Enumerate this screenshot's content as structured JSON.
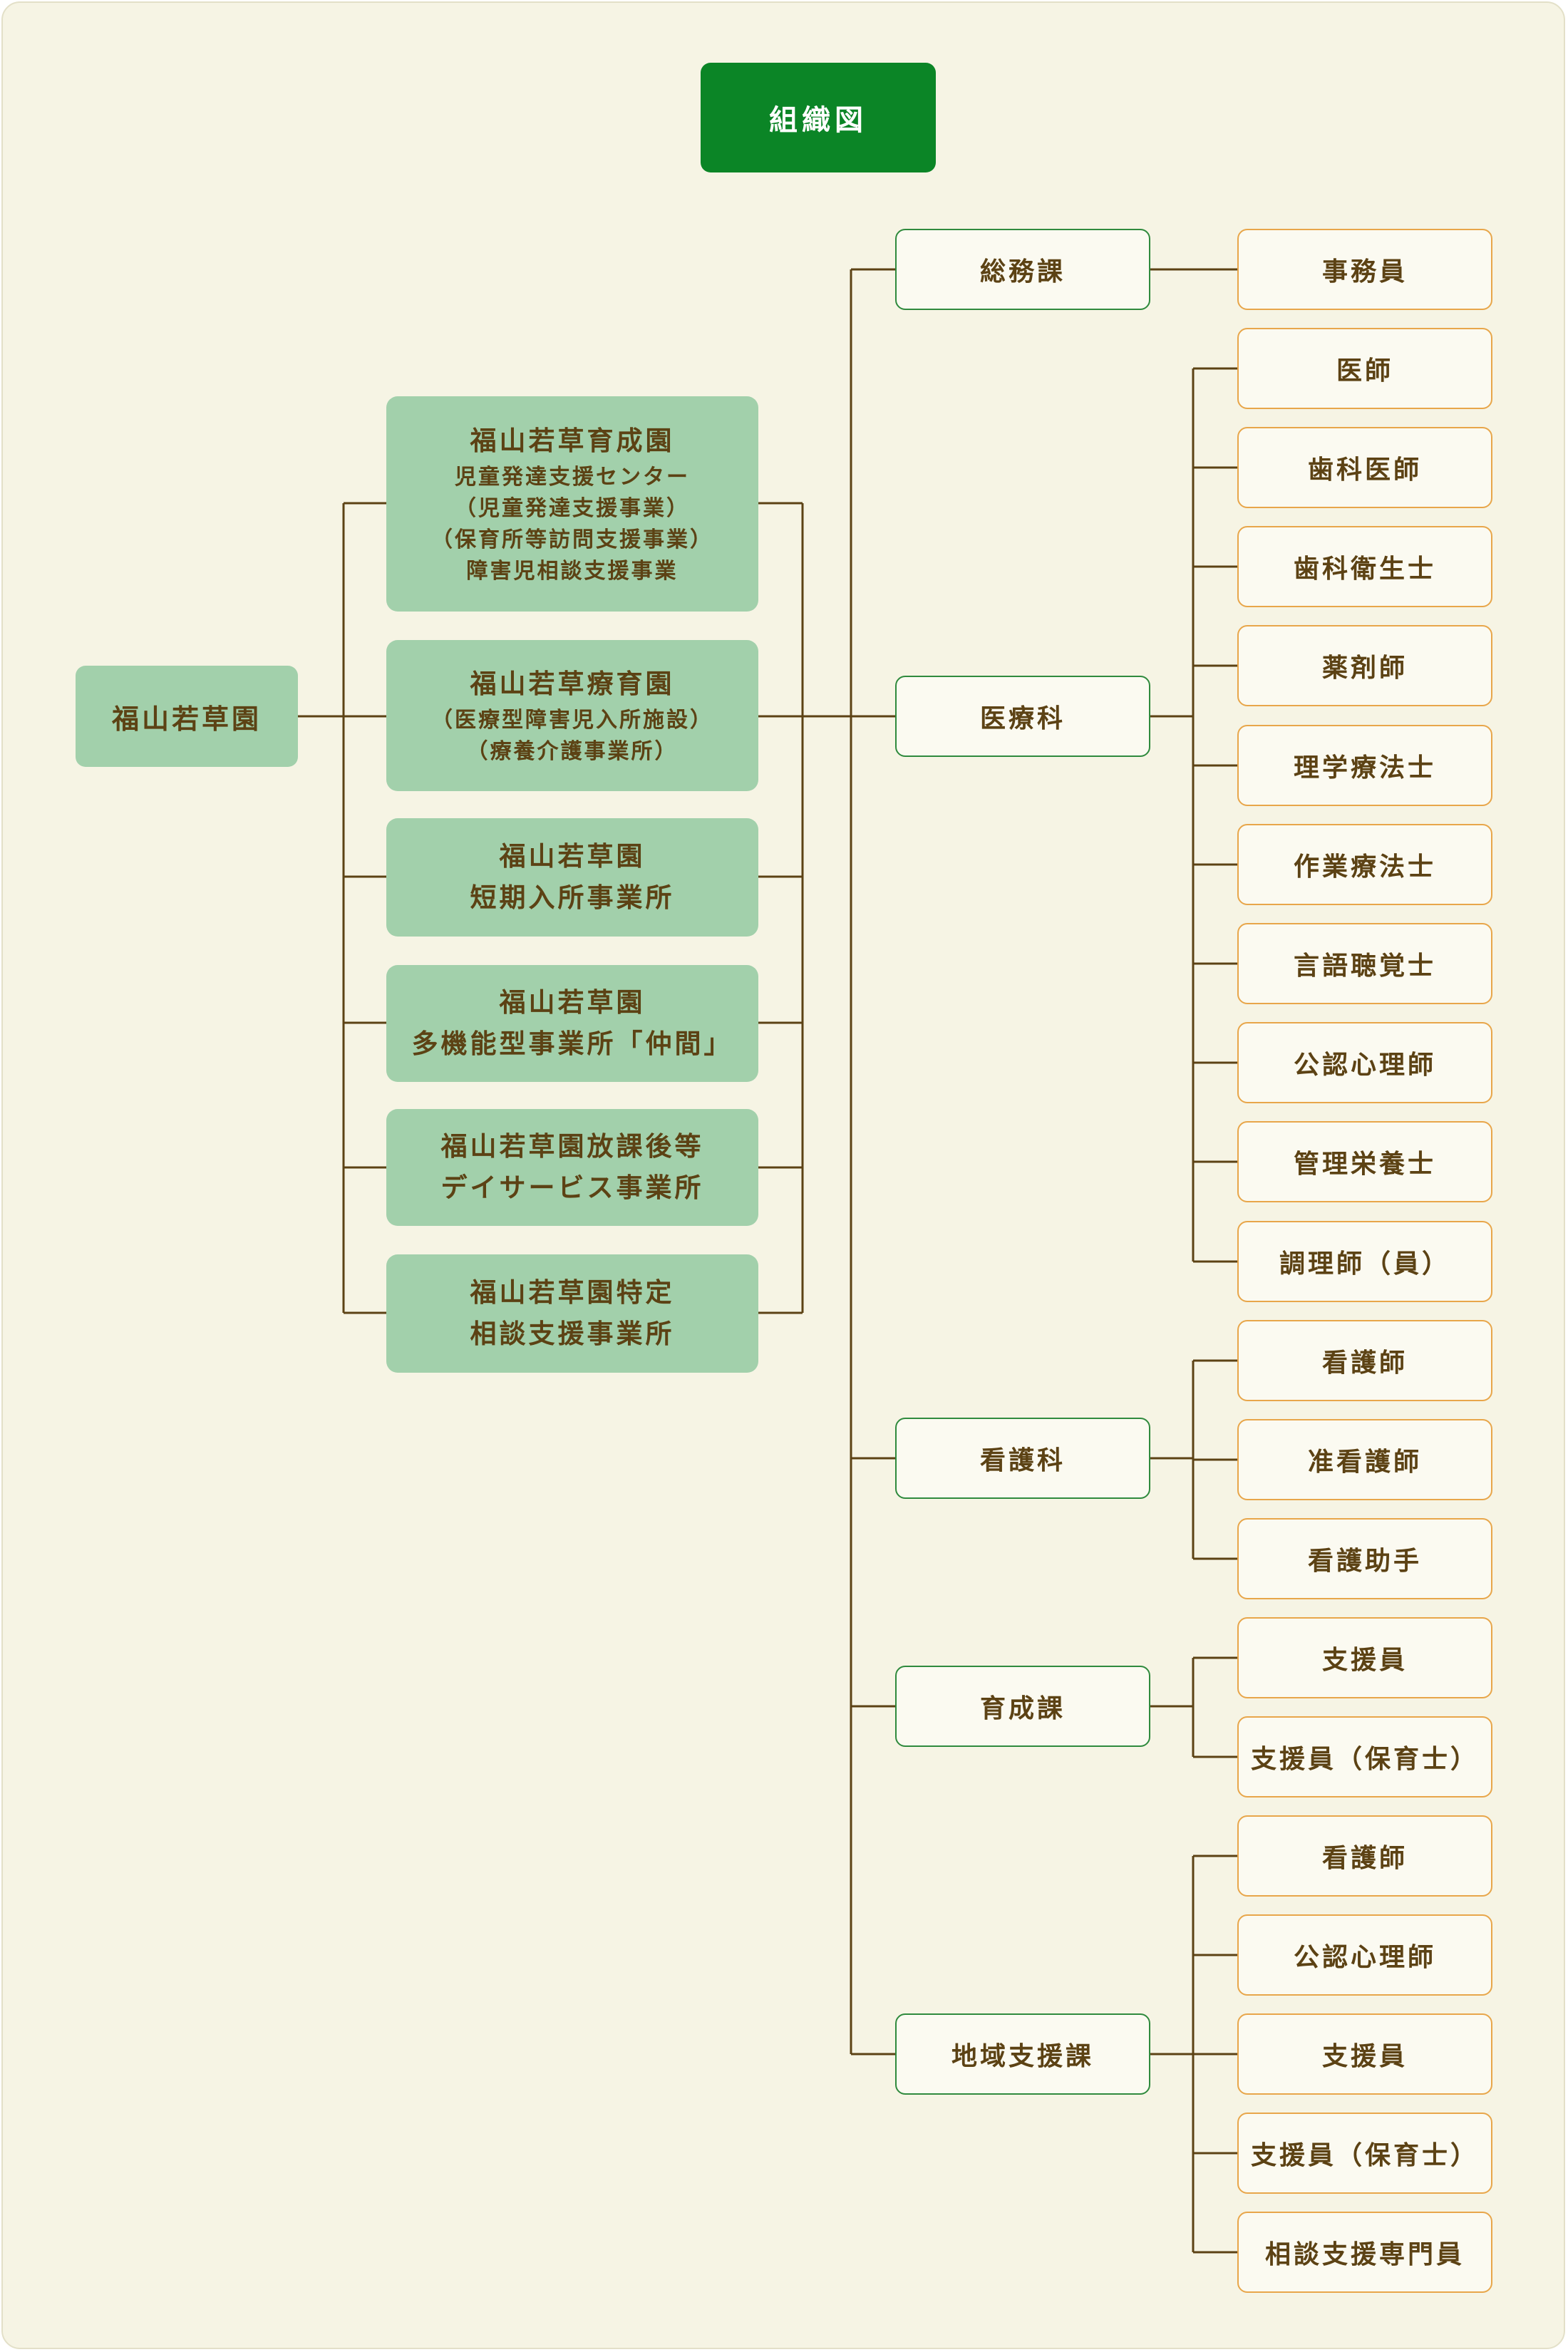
{
  "title": "組織図",
  "root": "福山若草園",
  "facilities": [
    {
      "name": "福山若草育成園",
      "details": [
        "児童発達支援センター",
        "（児童発達支援事業）",
        "（保育所等訪問支援事業）",
        "障害児相談支援事業"
      ]
    },
    {
      "name": "福山若草療育園",
      "details": [
        "（医療型障害児入所施設）",
        "（療養介護事業所）"
      ]
    },
    {
      "name": "福山若草園",
      "details": [
        "短期入所事業所"
      ]
    },
    {
      "name": "福山若草園",
      "details": [
        "多機能型事業所「仲間」"
      ]
    },
    {
      "name": "福山若草園放課後等",
      "details": [
        "デイサービス事業所"
      ]
    },
    {
      "name": "福山若草園特定",
      "details": [
        "相談支援事業所"
      ]
    }
  ],
  "departments": [
    {
      "name": "総務課",
      "roles": [
        "事務員"
      ]
    },
    {
      "name": "医療科",
      "roles": [
        "医師",
        "歯科医師",
        "歯科衛生士",
        "薬剤師",
        "理学療法士",
        "作業療法士",
        "言語聴覚士",
        "公認心理師",
        "管理栄養士",
        "調理師（員）"
      ]
    },
    {
      "name": "看護科",
      "roles": [
        "看護師",
        "准看護師",
        "看護助手"
      ]
    },
    {
      "name": "育成課",
      "roles": [
        "支援員",
        "支援員（保育士）"
      ]
    },
    {
      "name": "地域支援課",
      "roles": [
        "看護師",
        "公認心理師",
        "支援員",
        "支援員（保育士）",
        "相談支援専門員"
      ]
    }
  ],
  "colors": {
    "background": "#f6f4e4",
    "title_fill": "#0b8526",
    "facility_fill": "#a2d0ab",
    "department_border": "#2f8a3d",
    "role_border": "#e8a64a",
    "line": "#5c4214",
    "text": "#5c4214"
  }
}
